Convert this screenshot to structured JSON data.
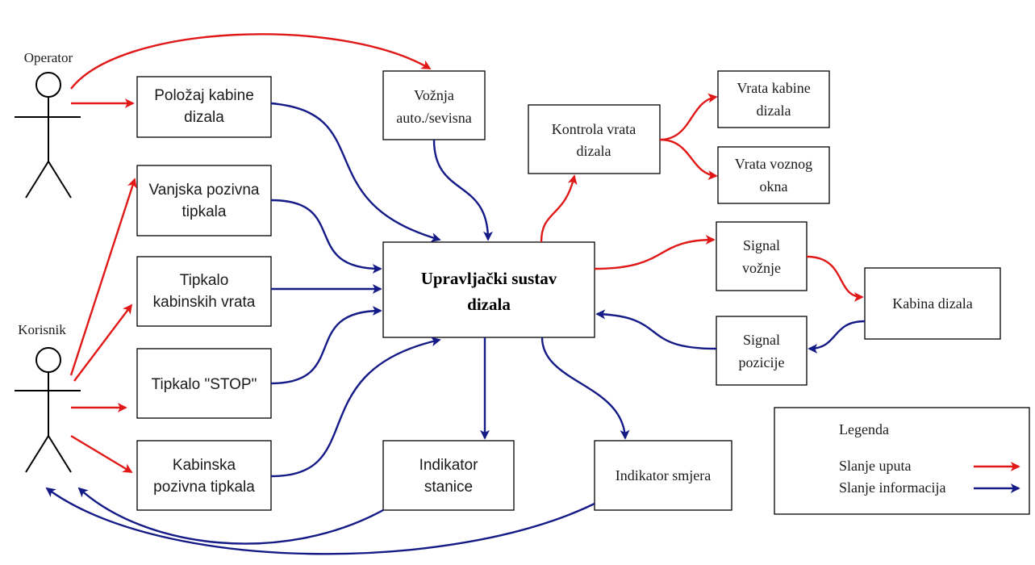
{
  "colors": {
    "instruction": "#e01818",
    "information": "#141a86",
    "box_border": "#000000",
    "background": "#ffffff"
  },
  "actors": {
    "operator": "Operator",
    "korisnik": "Korisnik"
  },
  "nodes": {
    "polozaj": [
      "Položaj kabine",
      "dizala"
    ],
    "voznja": [
      "Vožnja",
      "auto./sevisna"
    ],
    "kontrola": [
      "Kontrola vrata",
      "dizala"
    ],
    "vrata_kabine": [
      "Vrata kabine",
      "dizala"
    ],
    "vrata_okna": [
      "Vrata voznog",
      "okna"
    ],
    "vanjska": [
      "Vanjska pozivna",
      "tipkala"
    ],
    "tipkalo_vrata": [
      "Tipkalo",
      "kabinskih vrata"
    ],
    "stop": [
      "Tipkalo \"STOP\""
    ],
    "kabinska": [
      "Kabinska",
      "pozivna tipkala"
    ],
    "upravljacki": [
      "Upravljački sustav",
      "dizala"
    ],
    "signal_voznje": [
      "Signal",
      "vožnje"
    ],
    "signal_pozicije": [
      "Signal",
      "pozicije"
    ],
    "kabina": [
      "Kabina dizala"
    ],
    "ind_stanice": [
      "Indikator",
      "stanice"
    ],
    "ind_smjera": [
      "Indikator smjera"
    ]
  },
  "legend": {
    "title": "Legenda",
    "instruction": "Slanje uputa",
    "information": "Slanje informacija"
  }
}
